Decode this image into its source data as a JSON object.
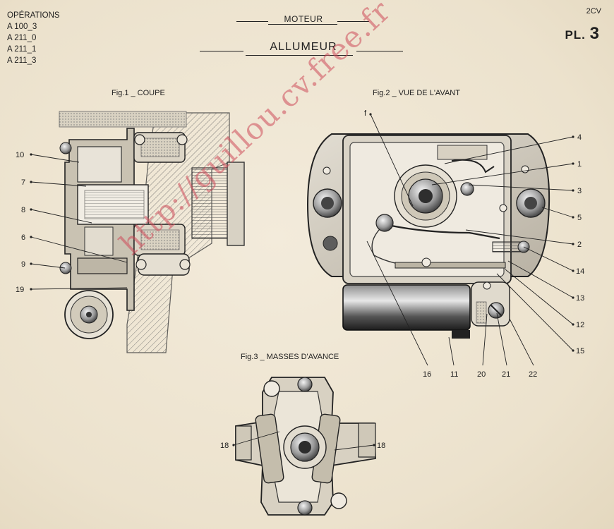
{
  "header": {
    "operations_title": "OPÉRATIONS",
    "operations": [
      "A 100_3",
      "A 211_0",
      "A 211_1",
      "A 211_3"
    ],
    "section": "MOTEUR",
    "title": "ALLUMEUR",
    "model": "2CV",
    "plate_prefix": "PL.",
    "plate_number": "3"
  },
  "figures": {
    "fig1_caption": "Fig.1 _ COUPE",
    "fig2_caption": "Fig.2 _ VUE DE L'AVANT",
    "fig3_caption": "Fig.3 _ MASSES D'AVANCE"
  },
  "callouts": {
    "fig1": [
      "10",
      "7",
      "8",
      "6",
      "9",
      "19"
    ],
    "fig2_right": [
      "4",
      "1",
      "3",
      "5",
      "2",
      "14",
      "13",
      "12",
      "15"
    ],
    "fig2_bottom": [
      "16",
      "11",
      "20",
      "21",
      "22"
    ],
    "fig2_top": "f",
    "fig3": [
      "18",
      "18"
    ]
  },
  "watermark": "http://guillou.cv.free.fr"
}
